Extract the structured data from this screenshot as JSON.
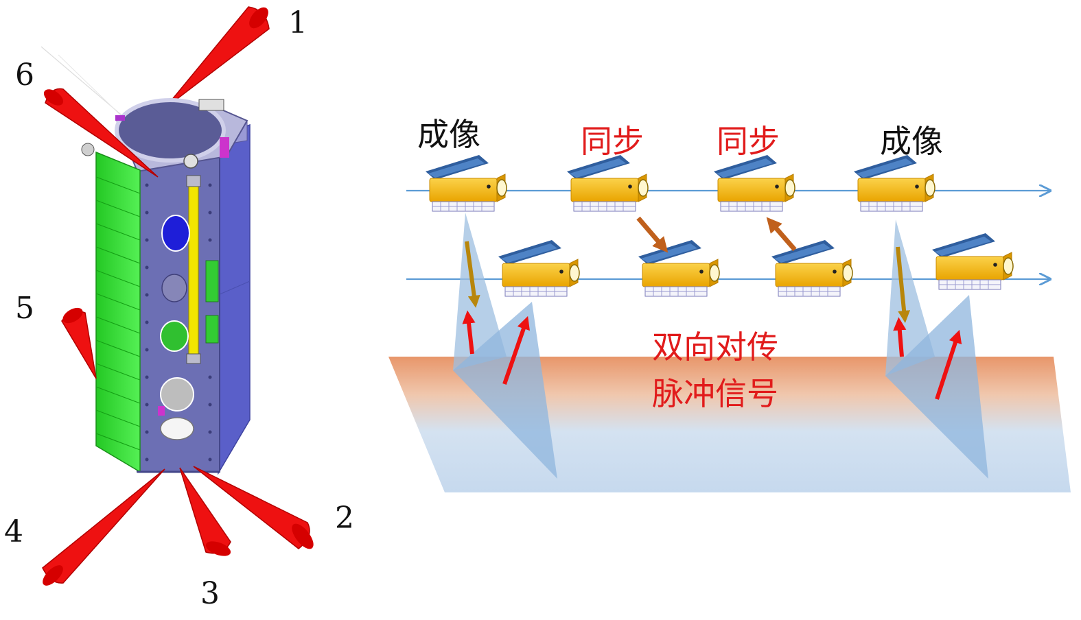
{
  "satellite_view": {
    "antenna_labels": [
      "1",
      "2",
      "3",
      "4",
      "5",
      "6"
    ]
  },
  "formation": {
    "captions": {
      "imaging_left": "成像",
      "sync_left": "同步",
      "sync_right": "同步",
      "imaging_right": "成像"
    },
    "pulse_caption": {
      "line1": "双向对传",
      "line2": "脉冲信号"
    }
  },
  "colors": {
    "panel_green": "#33e833",
    "body_purple": "#6c6fb4",
    "side_blue": "#5a5fc9",
    "antenna_red": "#ee1111",
    "orbit_line": "#5b9bd5",
    "sat_body": "#f5b400",
    "sync_arrow": "#c0601c",
    "down_arrow": "#b8860b",
    "label_red": "#e11b1b",
    "ground_top": "#e89a6c",
    "ground_bottom": "#c9dcef",
    "beam": "#9dbfe0"
  }
}
